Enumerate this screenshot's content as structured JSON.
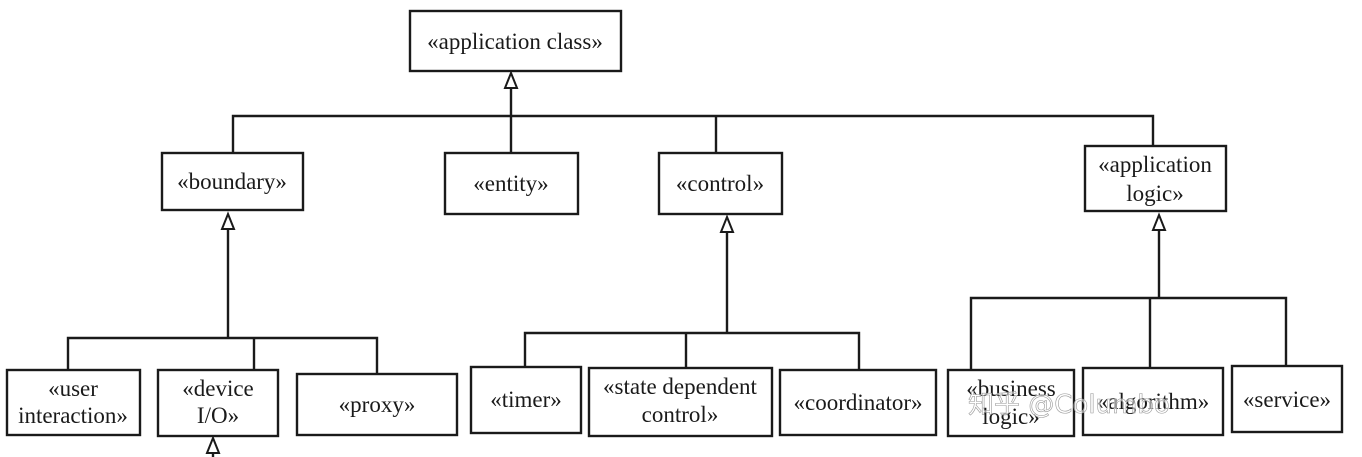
{
  "nodes": {
    "application_class": {
      "lines": [
        "«application class»"
      ]
    },
    "boundary": {
      "lines": [
        "«boundary»"
      ]
    },
    "entity": {
      "lines": [
        "«entity»"
      ]
    },
    "control": {
      "lines": [
        "«control»"
      ]
    },
    "application_logic": {
      "lines": [
        "«application",
        "logic»"
      ]
    },
    "user_interaction": {
      "lines": [
        "«user",
        "interaction»"
      ]
    },
    "device_io": {
      "lines": [
        "«device",
        "I/O»"
      ]
    },
    "proxy": {
      "lines": [
        "«proxy»"
      ]
    },
    "timer": {
      "lines": [
        "«timer»"
      ]
    },
    "state_dependent_control": {
      "lines": [
        "«state dependent",
        "control»"
      ]
    },
    "coordinator": {
      "lines": [
        "«coordinator»"
      ]
    },
    "business_logic": {
      "lines": [
        "«business",
        "logic»"
      ]
    },
    "algorithm": {
      "lines": [
        "«algorithm»"
      ]
    },
    "service": {
      "lines": [
        "«service»"
      ]
    }
  },
  "watermark": {
    "text": "知乎 @Columbo"
  }
}
